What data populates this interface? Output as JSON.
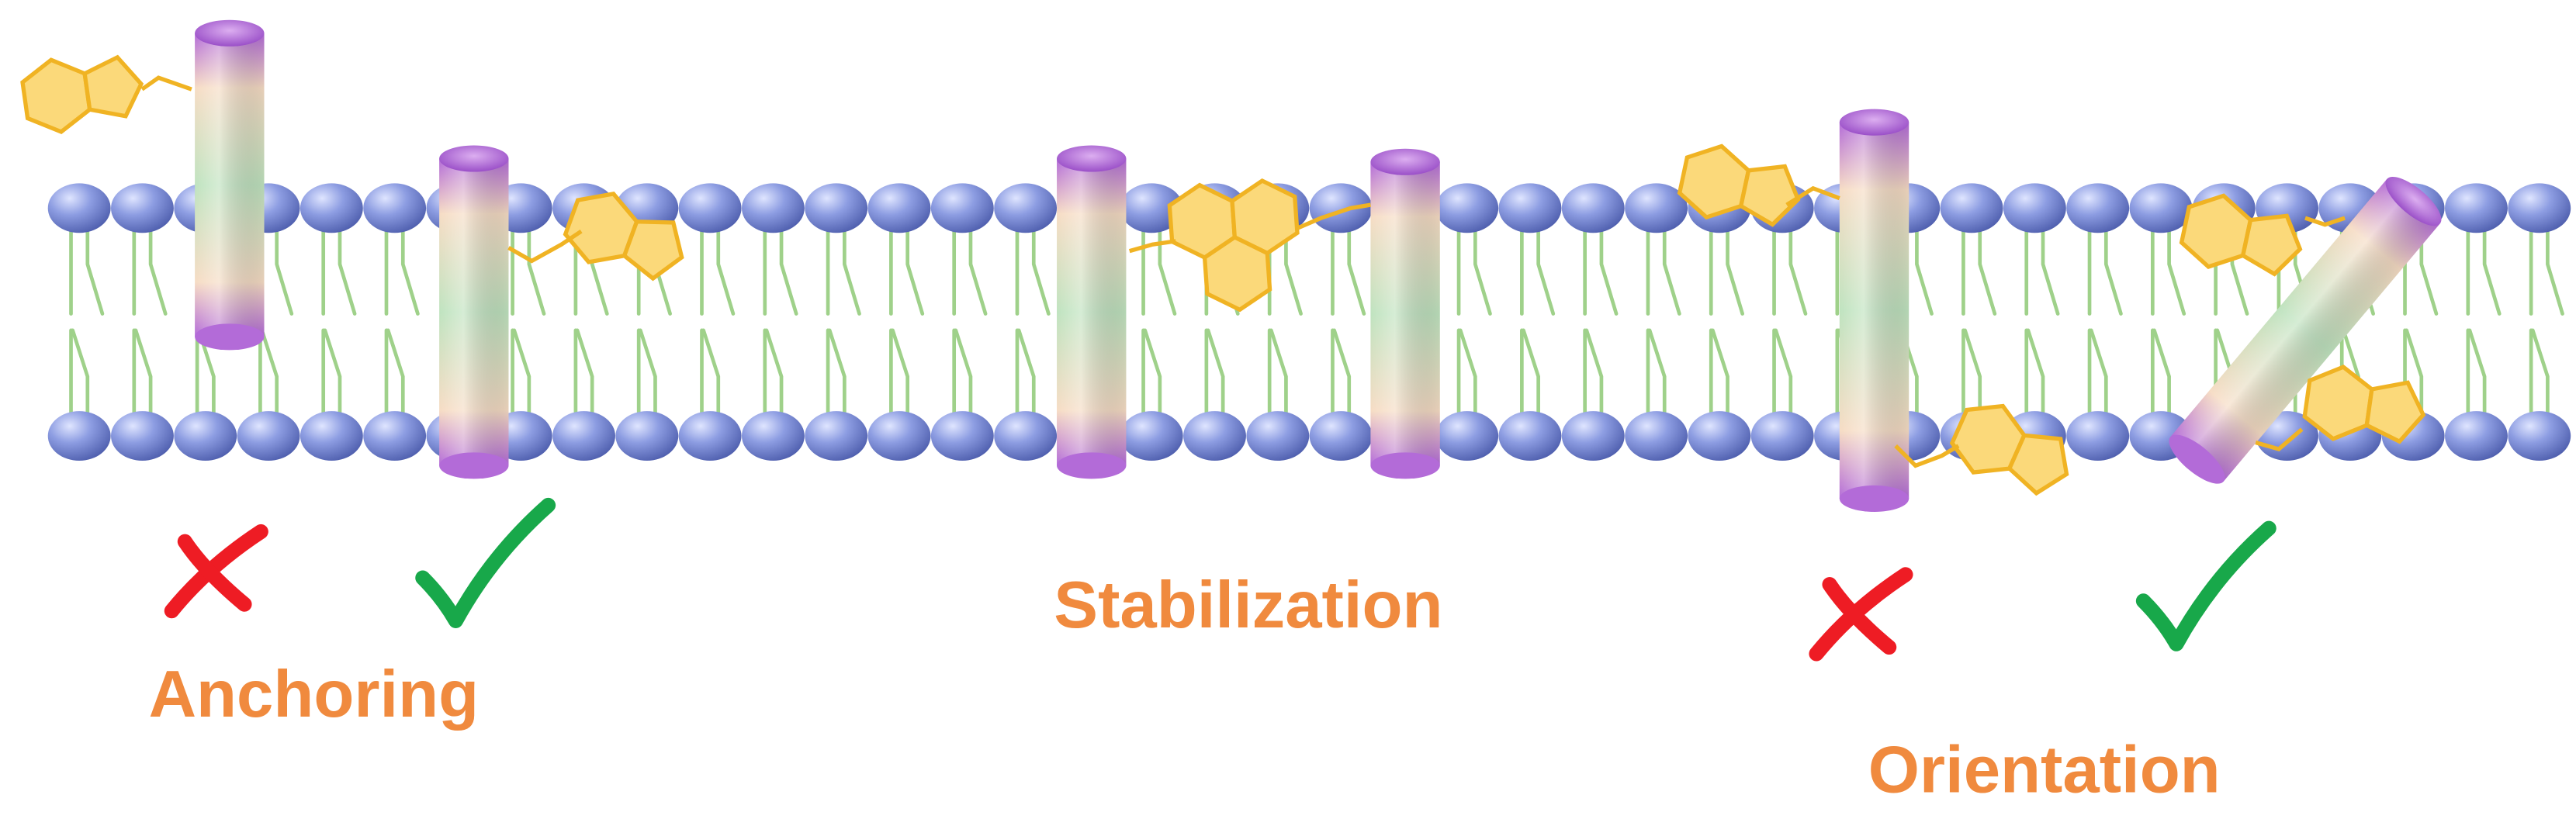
{
  "labels": {
    "anchoring": "Anchoring",
    "stabilization": "Stabilization",
    "orientation": "Orientation"
  },
  "marks": [
    {
      "kind": "cross",
      "group": "anchoring"
    },
    {
      "kind": "check",
      "group": "anchoring"
    },
    {
      "kind": "cross",
      "group": "orientation"
    },
    {
      "kind": "check",
      "group": "orientation"
    }
  ],
  "colors": {
    "label": "#f08a3e",
    "cross": "#ee1c24",
    "check": "#18a84a",
    "lipid_head": "#8a9be0",
    "lipid_tail": "#9fd18a",
    "motif_fill": "#fbd97a",
    "motif_stroke": "#f0b323",
    "cylinder_cap": "#b169d8",
    "cylinder_mid": "#bfe3bf",
    "cylinder_warm": "#f8dcc0"
  },
  "icons": {
    "cross": "cross-mark-icon",
    "check": "check-mark-icon",
    "motif": "fused-ring-lipid-motif-icon"
  }
}
